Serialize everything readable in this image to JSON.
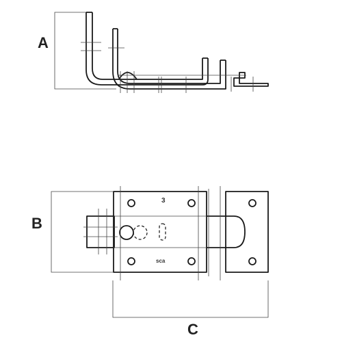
{
  "dimensions": {
    "a": "A",
    "b": "B",
    "c": "C"
  },
  "markings": {
    "plate_number": "3",
    "plate_stamp": "sca"
  },
  "colors": {
    "line": "#1a1a1a",
    "background": "#ffffff"
  }
}
